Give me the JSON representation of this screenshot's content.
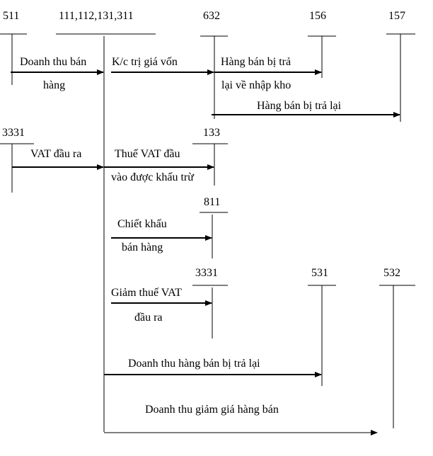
{
  "accounts": {
    "a511": "511",
    "main": "111,112,131,311",
    "a632": "632",
    "a156": "156",
    "a157": "157",
    "a3331_left": "3331",
    "a133": "133",
    "a811": "811",
    "a3331_right": "3331",
    "a531": "531",
    "a532": "532"
  },
  "flows": {
    "revenue_line1": "Doanh thu bán",
    "revenue_line2": "hàng",
    "cogs": "K/c trị giá vốn",
    "return_stock_line1": "Hàng bán bị trả",
    "return_stock_line2": "lại về nhập kho",
    "returned_goods": "Hàng bán bị trả lại",
    "vat_output": "VAT đầu ra",
    "vat_input_line1": "Thuế VAT đầu",
    "vat_input_line2": "vào được khấu trừ",
    "discount_line1": "Chiết khấu",
    "discount_line2": "bán hàng",
    "vat_reduce_line1": "Giảm thuế VAT",
    "vat_reduce_line2": "đầu ra",
    "returned_revenue": "Doanh thu hàng bán bị trả lại",
    "price_reduction_revenue": "Doanh thu giảm giá hàng bán"
  }
}
